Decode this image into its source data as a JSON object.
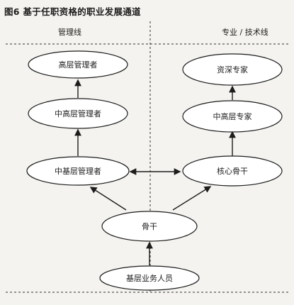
{
  "figure": {
    "title": "图6 基于任职资格的职业发展通道",
    "tracks": {
      "management": "管理线",
      "professional": "专业 / 技术线"
    }
  },
  "nodes": {
    "senior_manager": "高层管理者",
    "mid_senior_manager": "中高层管理者",
    "mid_junior_manager": "中基层管理者",
    "senior_expert": "资深专家",
    "mid_senior_expert": "中高层专家",
    "core_backbone": "核心骨干",
    "backbone": "骨干",
    "base_staff": "基层业务人员"
  }
}
